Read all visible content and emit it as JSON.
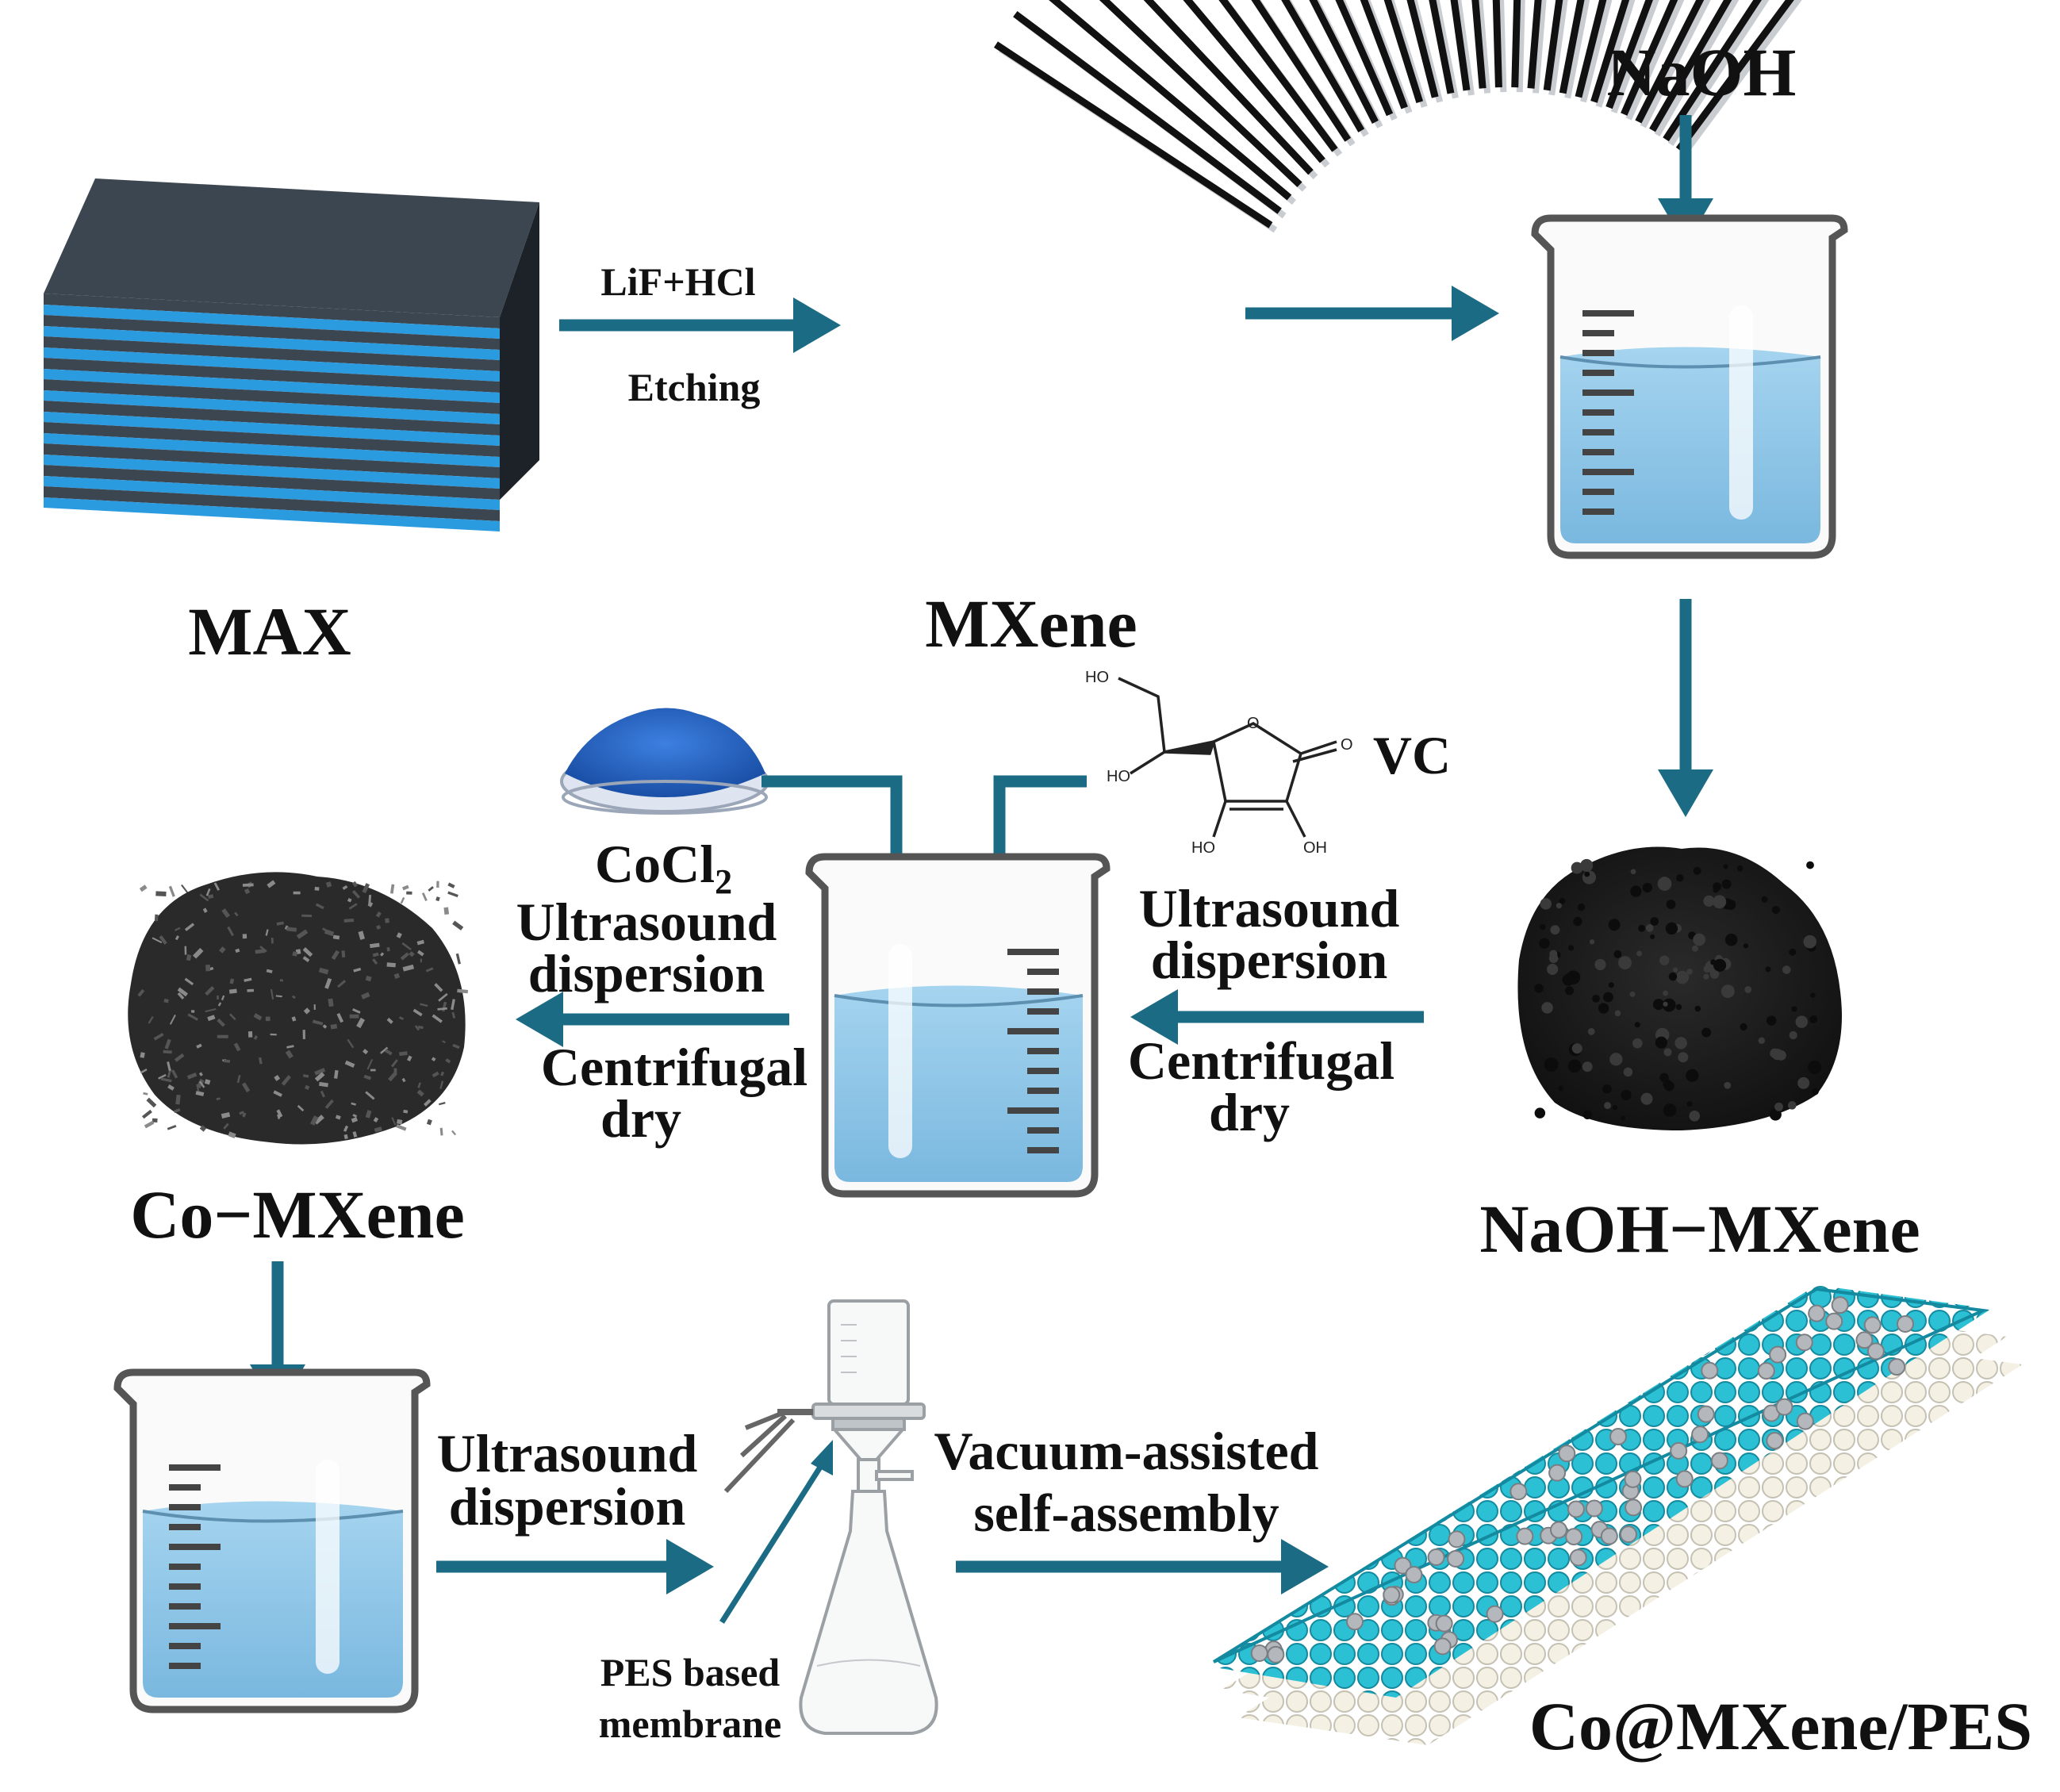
{
  "labels": {
    "max": "MAX",
    "mxene": "MXene",
    "naoh": "NaOH",
    "lif_hcl": "LiF+HCl",
    "etching": "Etching",
    "vc": "VC",
    "cocl2": "CoCl",
    "cocl2_sub": "2",
    "us1_a": "Ultrasound",
    "us1_b": "dispersion",
    "cf1_a": "Centrifugal",
    "cf1_b": "dry",
    "us2_a": "Ultrasound",
    "us2_b": "dispersion",
    "cf2_a": "Centrifugal",
    "cf2_b": "dry",
    "co_mxene": "Co−MXene",
    "naoh_mxene": "NaOH−MXene",
    "us3_a": "Ultrasound",
    "us3_b": "dispersion",
    "vac_a": "Vacuum-assisted",
    "vac_b": "self-assembly",
    "pes_a": "PES based",
    "pes_b": "membrane",
    "final": "Co@MXene/PES"
  },
  "molecule": {
    "ho1": "HO",
    "ho2": "HO",
    "ho3": "HO",
    "oh": "OH",
    "o_ring": "O",
    "o_keto": "O"
  },
  "colors": {
    "arrow": "#1c6b85",
    "liquid": "#90c8e8",
    "max_dark": "#3c4650",
    "max_blue": "#2b9be0",
    "membrane_cyan": "#24b7cc",
    "powder_blue": "#1d5fc2"
  }
}
